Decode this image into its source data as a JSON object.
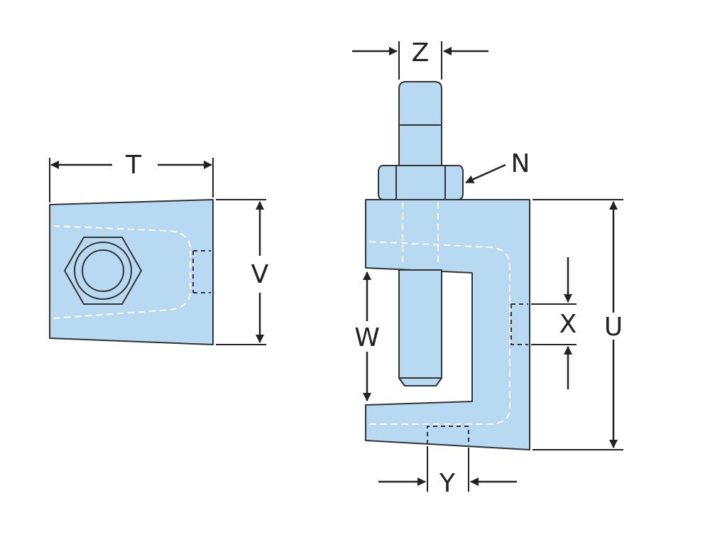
{
  "labels": {
    "t": "T",
    "v": "V",
    "z": "Z",
    "n": "N",
    "w": "W",
    "x": "X",
    "u": "U",
    "y": "Y"
  },
  "colors": {
    "part_fill": "#b7d9f2",
    "outline": "#333333",
    "hidden_line": "#ffffff",
    "dimension": "#222222"
  }
}
